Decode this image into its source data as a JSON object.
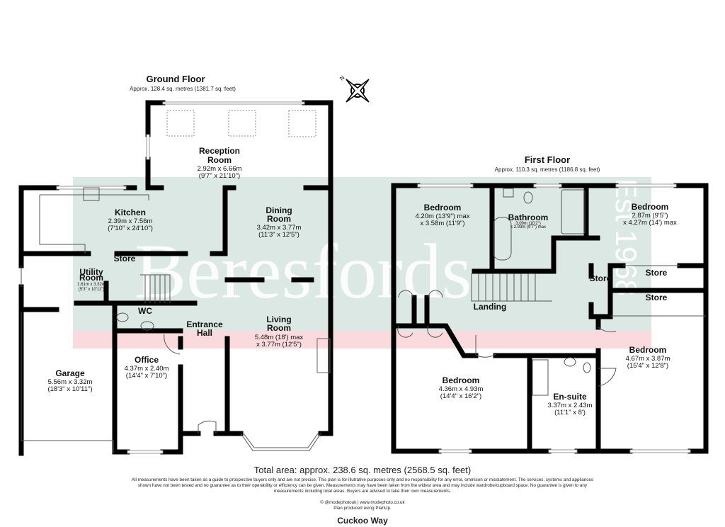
{
  "ground_floor": {
    "title": "Ground Floor",
    "area": "Approx. 128.4 sq. metres (1381.7 sq. feet)",
    "rooms": [
      {
        "name": "Reception",
        "name2": "Room",
        "dim1": "2.92m x 6.66m",
        "dim2": "(9'7\" x 21'10\")"
      },
      {
        "name": "Kitchen",
        "dim1": "2.39m x 7.56m",
        "dim2": "(7'10\" x 24'10\")"
      },
      {
        "name": "Dining",
        "name2": "Room",
        "dim1": "3.42m x 3.77m",
        "dim2": "(11'3\" x 12'5\")"
      },
      {
        "name": "Utility",
        "name2": "Room",
        "dim1": "1.61m x 3.32m",
        "dim2": "(5'3\" x 10'11\")"
      },
      {
        "name": "Store"
      },
      {
        "name": "WC"
      },
      {
        "name": "Entrance",
        "name2": "Hall"
      },
      {
        "name": "Living",
        "name2": "Room",
        "dim1": "5.48m (18') max",
        "dim2": "x 3.77m (12'5\")"
      },
      {
        "name": "Office",
        "dim1": "4.37m x 2.40m",
        "dim2": "(14'4\" x 7'10\")"
      },
      {
        "name": "Garage",
        "dim1": "5.56m x 3.32m",
        "dim2": "(18'3\" x 10'11\")"
      }
    ]
  },
  "first_floor": {
    "title": "First Floor",
    "area": "Approx. 110.3 sq. metres (1186.8 sq. feet)",
    "rooms": [
      {
        "name": "Bedroom",
        "dim1": "4.20m (13'9\") max",
        "dim2": "x 3.58m (11'9\")"
      },
      {
        "name": "Bathroom",
        "dim1": "3.09m (10'2\")",
        "dim2": "x 2.93m (9'7\") max"
      },
      {
        "name": "Bedroom",
        "dim1": "2.87m (9'5\")",
        "dim2": "x 4.27m (14') max"
      },
      {
        "name": "Store"
      },
      {
        "name": "Store"
      },
      {
        "name": "Store"
      },
      {
        "name": "Landing"
      },
      {
        "name": "Bedroom",
        "dim1": "4.36m x 4.93m",
        "dim2": "(14'4\" x 16'2\")"
      },
      {
        "name": "En-suite",
        "dim1": "3.37m x 2.43m",
        "dim2": "(11'1\" x 8')"
      },
      {
        "name": "Bedroom",
        "dim1": "4.67m x 3.87m",
        "dim2": "(15'4\" x 12'8\")"
      }
    ]
  },
  "compass": {
    "label": "N",
    "icon": "compass-icon"
  },
  "watermark": {
    "brand": "Beresfords",
    "est": "Est 1968",
    "band_color": "#dce8e3",
    "accent_color": "#fadadd"
  },
  "footer": {
    "total_area": "Total area: approx. 238.6 sq. metres (2568.5 sq. feet)",
    "disclaimer": "All measurements have been taken as a guide to prospective buyers only and are not precise. This plan is for illutrative purposes only and no responsibility for any error, ommison or misstatement. The services, systems and appliances shown have not been tested and no guarantee as to their operability or efficiency can be given. Measurements may have been taken from the widest area and may include wardrobe/cupboard space. No guarantee is given to any measurements including total areas. Buyers are advised to take their own measurements.",
    "credit": "© @modephotouk | www.modephoto.co.uk",
    "produced": "Plan produced using PlanUp.",
    "address": "Cuckoo Way"
  }
}
